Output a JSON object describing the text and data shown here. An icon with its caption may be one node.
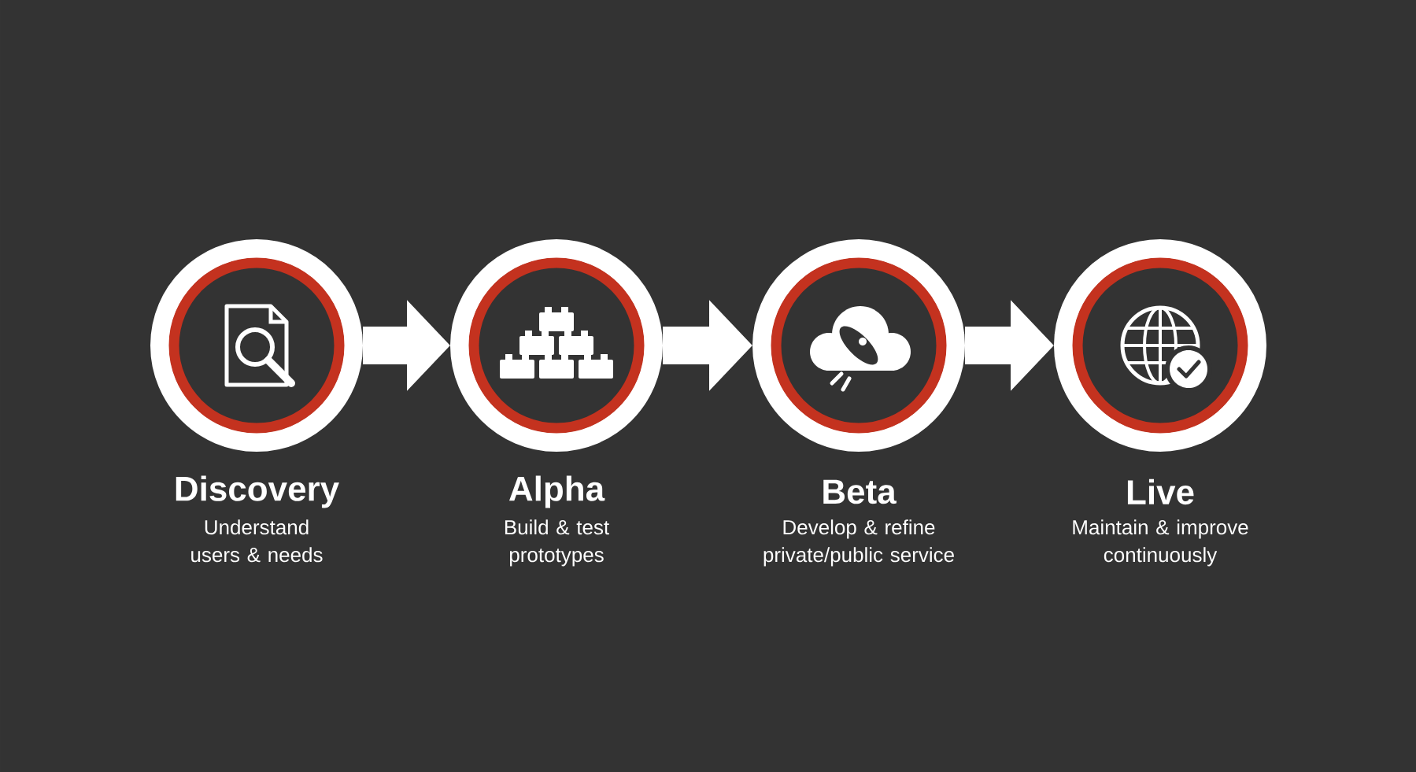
{
  "diagram": {
    "nodes": [
      {
        "text": [
          "Discovery",
          "Understand users & needs"
        ]
      },
      {
        "text": [
          "Alpha",
          "Build & test prototypes"
        ]
      },
      {
        "text": [
          "Beta",
          "Develop & refine private/public service"
        ]
      },
      {
        "text": [
          "Live",
          "Maintain & improve continuously"
        ]
      }
    ],
    "edges": [
      {
        "from": 0,
        "to": 1,
        "arrow": "to"
      },
      {
        "from": 1,
        "to": 2,
        "arrow": "to"
      },
      {
        "from": 2,
        "to": 3,
        "arrow": "to"
      }
    ]
  }
}
